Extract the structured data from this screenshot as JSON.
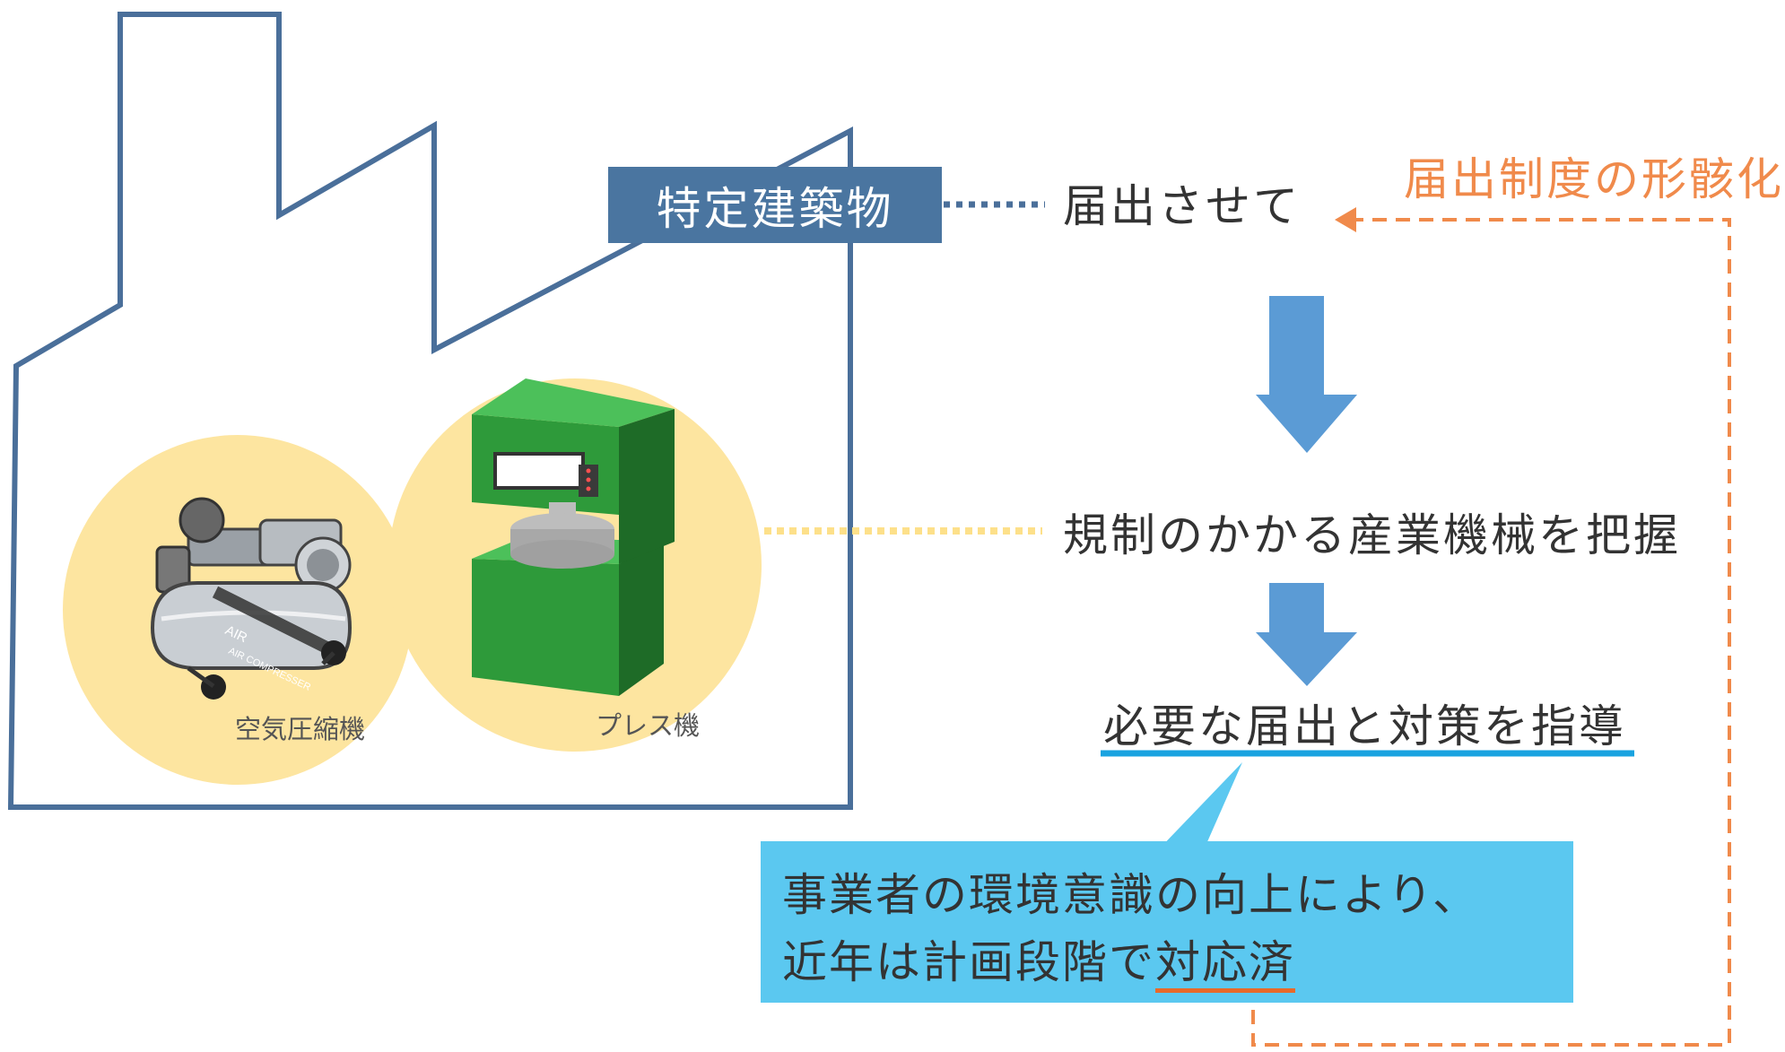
{
  "building": {
    "label": "特定建築物"
  },
  "flow": {
    "step1": "届出させて",
    "step2": "規制のかかる産業機械を把握",
    "step3": "必要な届出と対策を指導"
  },
  "machines": {
    "compressor": {
      "caption": "空気圧縮機",
      "tank_text_1": "AIR",
      "tank_text_2": "AIR COMPRESSER"
    },
    "press": {
      "caption": "プレス機"
    }
  },
  "callout": {
    "line1": "事業者の環境意識の向上により、",
    "line2_prefix": "近年は計画段階で",
    "line2_emphasis": "対応済"
  },
  "feedback": {
    "label": "届出制度の形骸化"
  },
  "colors": {
    "building_outline": "#4a6f9a",
    "tag_fill": "#4a75a0",
    "arrow_fill": "#5b9bd5",
    "machine_circle": "#fde5a0",
    "callout_fill": "#5bc8f0",
    "step3_underline": "#1aa3e0",
    "feedback_orange": "#f08a4b",
    "press_green": "#2e9a3a"
  },
  "icons": [
    "down-arrow-icon",
    "left-arrow-icon"
  ]
}
